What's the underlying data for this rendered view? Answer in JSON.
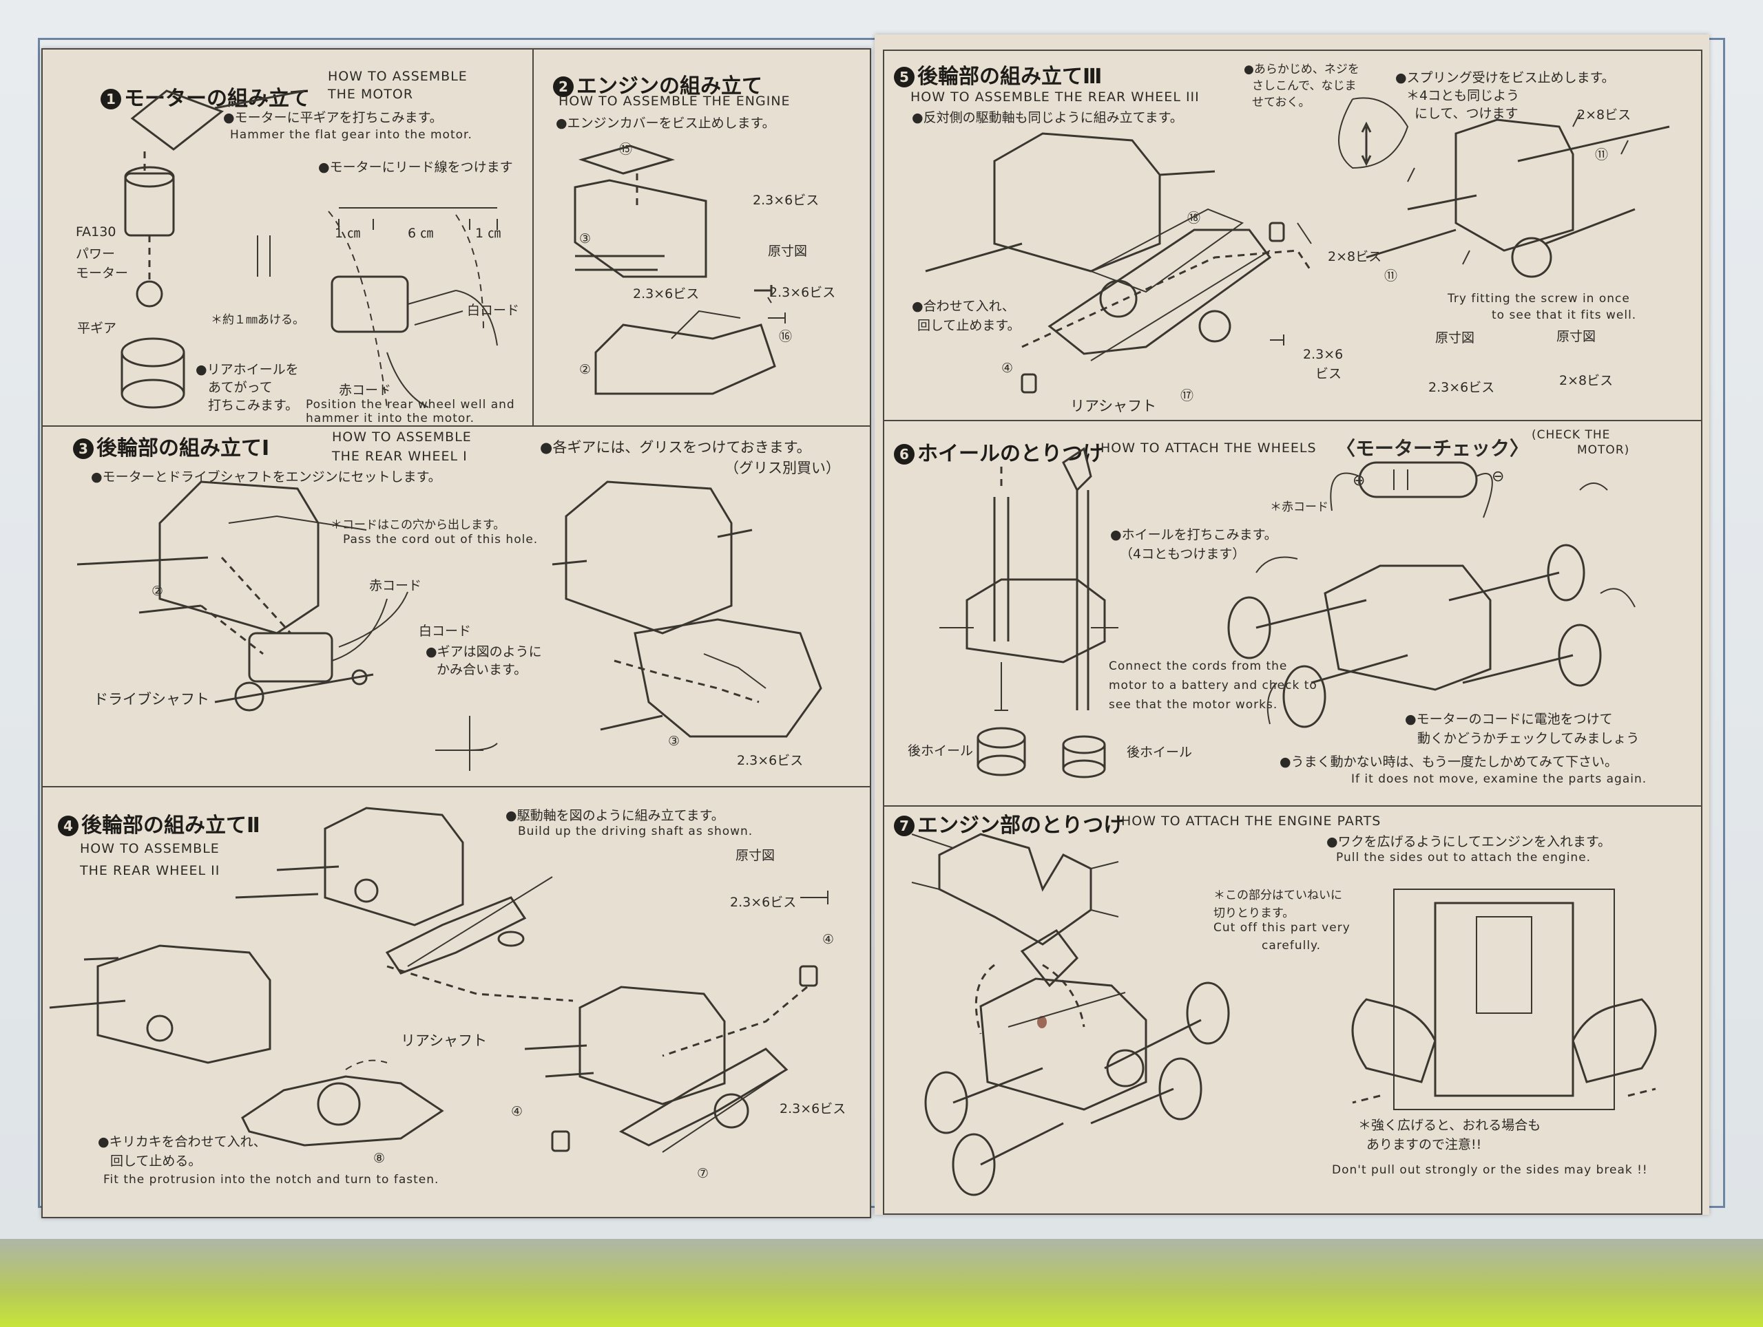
{
  "steps": {
    "s1": {
      "num": "1",
      "title": "モーターの組み立て",
      "en_title_1": "HOW TO ASSEMBLE",
      "en_title_2": "THE MOTOR",
      "note_jp": "●モーターに平ギアを打ちこみます。",
      "note_en": "Hammer the flat gear into the motor.",
      "lead_note": "●モーターにリード線をつけます",
      "dim_1": "1 ㎝",
      "dim_2": "6 ㎝",
      "dim_3": "1 ㎝",
      "motor_label_1": "FA130",
      "motor_label_2": "パワー",
      "motor_label_3": "モーター",
      "gear_label": "平ギア",
      "gap_note": "＊約１㎜あける。",
      "white_cord": "白コード",
      "red_cord": "赤コード",
      "wheel_note_1": "●リアホイールを",
      "wheel_note_2": "あてがって",
      "wheel_note_3": "打ちこみます。",
      "wheel_en_1": "Position the rear wheel well and",
      "wheel_en_2": "hammer it into the motor."
    },
    "s2": {
      "num": "2",
      "title": "エンジンの組み立て",
      "en_title": "HOW TO ASSEMBLE THE ENGINE",
      "note_jp": "●エンジンカバーをビス止めします。",
      "screw_1": "2.3×6ビス",
      "screw_2": "2.3×6ビス",
      "actual_size": "原寸図",
      "screw_3": "2.3×6ビス",
      "part_15": "⑮",
      "part_3": "③",
      "part_2": "②",
      "part_16": "⑯"
    },
    "s3": {
      "num": "3",
      "title": "後輪部の組み立てⅠ",
      "en_title_1": "HOW TO ASSEMBLE",
      "en_title_2": "THE REAR WHEEL I",
      "note_jp": "●モーターとドライブシャフトをエンジンにセットします。",
      "grease_1": "●各ギアには、グリスをつけておきます。",
      "grease_2": "（グリス別買い）",
      "cord_jp": "＊コードはこの穴から出します。",
      "cord_en": "Pass the cord out of this hole.",
      "red_cord": "赤コード",
      "white_cord": "白コード",
      "gear_note_1": "●ギアは図のように",
      "gear_note_2": "かみ合います。",
      "drive_shaft": "ドライブシャフト",
      "screw": "2.3×6ビス",
      "part_2": "②",
      "part_3": "③"
    },
    "s4": {
      "num": "4",
      "title": "後輪部の組み立てⅡ",
      "en_title_1": "HOW TO ASSEMBLE",
      "en_title_2": "THE REAR WHEEL II",
      "note_jp": "●駆動軸を図のように組み立てます。",
      "note_en": "Build up the driving shaft as shown.",
      "actual_size": "原寸図",
      "screw": "2.3×6ビス",
      "rear_shaft": "リアシャフト",
      "notch_jp_1": "●キリカキを合わせて入れ、",
      "notch_jp_2": "回して止める。",
      "notch_en": "Fit the protrusion into the notch and turn to fasten.",
      "screw_2": "2.3×6ビス",
      "part_4a": "④",
      "part_4b": "④",
      "part_8": "⑧",
      "part_7": "⑦"
    },
    "s5": {
      "num": "5",
      "title": "後輪部の組み立てⅢ",
      "en_title": "HOW TO ASSEMBLE THE REAR WHEEL III",
      "note_jp": "●反対側の駆動軸も同じように組み立てます。",
      "pre_1": "●あらかじめ、ネジを",
      "pre_2": "さしこんで、なじま",
      "pre_3": "せておく。",
      "spring_1": "●スプリング受けをビス止めします。",
      "spring_2": "＊4コとも同じよう",
      "spring_3": "にして、つけます",
      "screw_2x8_a": "2×8ビス",
      "screw_2x8_b": "2×8ビス",
      "combine_1": "●合わせて入れ、",
      "combine_2": "回して止めます。",
      "screw_23": "2.3×6",
      "screw_bis": "ビス",
      "rear_shaft": "リアシャフト",
      "try_1": "Try fitting the screw in once",
      "try_2": "to see that it fits well.",
      "actual_a": "原寸図",
      "actual_b": "原寸図",
      "size_a": "2.3×6ビス",
      "size_b": "2×8ビス",
      "part_18": "⑱",
      "part_4": "④",
      "part_17": "⑰",
      "part_11a": "⑪",
      "part_11b": "⑪"
    },
    "s6": {
      "num": "6",
      "title": "ホイールのとりつけ",
      "en_title": "HOW TO ATTACH THE WHEELS",
      "check_jp": "〈モーターチェック〉",
      "check_en_1": "(CHECK THE",
      "check_en_2": "MOTOR)",
      "red_cord": "＊赤コード",
      "plus": "⊕",
      "minus": "⊖",
      "hammer_1": "●ホイールを打ちこみます。",
      "hammer_2": "（4コともつけます）",
      "connect_1": "Connect the cords from the",
      "connect_2": "motor to a battery and check to",
      "connect_3": "see that the motor works.",
      "rear_wheel_a": "後ホイール",
      "rear_wheel_b": "後ホイール",
      "battery_1": "●モーターのコードに電池をつけて",
      "battery_2": "動くかどうかチェックしてみましょう",
      "retry_jp": "●うまく動かない時は、もう一度たしかめてみて下さい。",
      "retry_en": "If it does not move, examine the parts again."
    },
    "s7": {
      "num": "7",
      "title": "エンジン部のとりつけ",
      "en_title": "HOW TO ATTACH THE ENGINE PARTS",
      "widen_jp": "●ワクを広げるようにしてエンジンを入れます。",
      "widen_en": "Pull the sides out to attach the engine.",
      "cut_1": "＊この部分はていねいに",
      "cut_2": "切りとります。",
      "cut_3": "Cut off this part very",
      "cut_4": "carefully.",
      "warn_1": "＊強く広げると、おれる場合も",
      "warn_2": "ありますので注意!!",
      "warn_en": "Don't pull out strongly or the sides may break !!"
    }
  }
}
